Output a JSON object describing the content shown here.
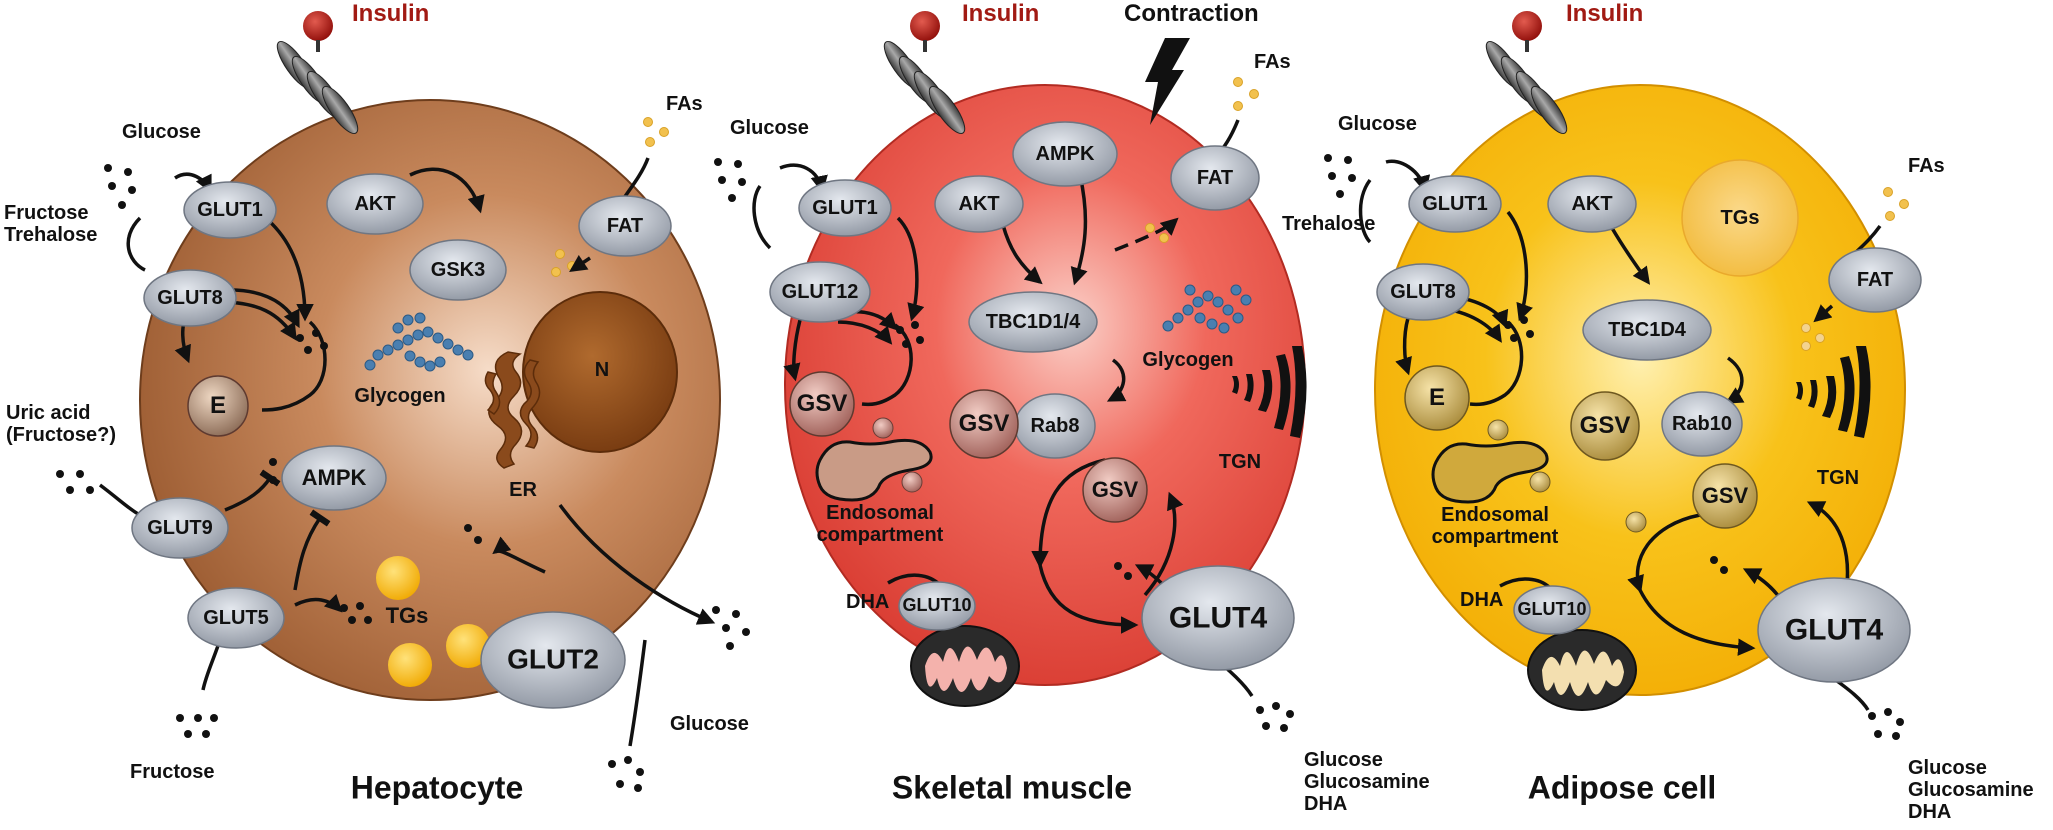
{
  "panels": {
    "hepatocyte": {
      "title": "Hepatocyte",
      "insulin": "Insulin",
      "fas": "FAs",
      "glucose_in": "Glucose",
      "fructose_trehalose": "Fructose\nTrehalose",
      "uric_acid": "Uric acid\n(Fructose?)",
      "fructose": "Fructose",
      "glucose_out": "Glucose",
      "glut1": "GLUT1",
      "glut8": "GLUT8",
      "glut9": "GLUT9",
      "glut5": "GLUT5",
      "glut2": "GLUT2",
      "akt": "AKT",
      "gsk3": "GSK3",
      "fat": "FAT",
      "ampk": "AMPK",
      "e": "E",
      "glycogen": "Glycogen",
      "n": "N",
      "er": "ER",
      "tgs": "TGs"
    },
    "muscle": {
      "title": "Skeletal muscle",
      "insulin": "Insulin",
      "contraction": "Contraction",
      "fas": "FAs",
      "glucose_in": "Glucose",
      "glut1": "GLUT1",
      "glut12": "GLUT12",
      "akt": "AKT",
      "ampk": "AMPK",
      "fat": "FAT",
      "tbc": "TBC1D1/4",
      "glycogen": "Glycogen",
      "gsv1": "GSV",
      "gsv2": "GSV",
      "gsv3": "GSV",
      "rab": "Rab8",
      "tgn": "TGN",
      "endosomal": "Endosomal\ncompartment",
      "dha": "DHA",
      "glut10": "GLUT10",
      "glut4": "GLUT4",
      "out": "Glucose\nGlucosamine\nDHA"
    },
    "adipose": {
      "title": "Adipose cell",
      "insulin": "Insulin",
      "fas": "FAs",
      "glucose_in": "Glucose",
      "trehalose": "Trehalose",
      "glut1": "GLUT1",
      "glut8": "GLUT8",
      "akt": "AKT",
      "tgs": "TGs",
      "fat": "FAT",
      "tbc": "TBC1D4",
      "e": "E",
      "gsv1": "GSV",
      "gsv2": "GSV",
      "rab": "Rab10",
      "tgn": "TGN",
      "endosomal": "Endosomal\ncompartment",
      "dha": "DHA",
      "glut10": "GLUT10",
      "glut4": "GLUT4",
      "out": "Glucose\nGlucosamine\nDHA"
    }
  },
  "colors": {
    "hepatocyte": "#b26b3d",
    "muscle": "#e8443a",
    "adipose": "#f6b400",
    "transporter": "#b3b8c2",
    "insulin_ball": "#b5120f",
    "fatty_acid": "#f2c14e",
    "glycogen": "#4a7fb0",
    "tgs": "#f4b41a"
  }
}
